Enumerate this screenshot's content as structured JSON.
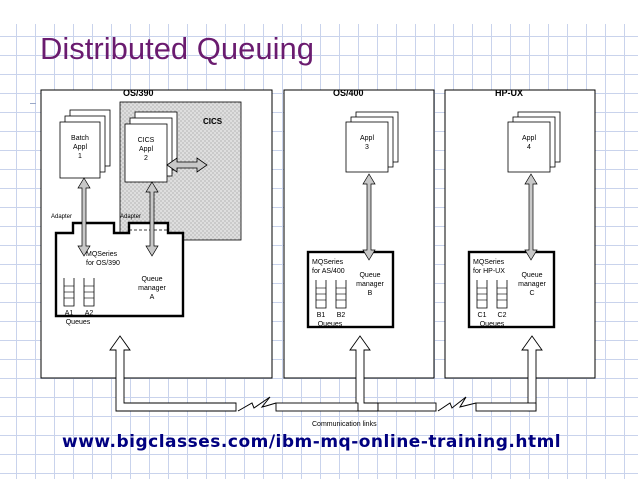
{
  "slide": {
    "title": "Distributed Queuing",
    "url": "www.bigclasses.com/ibm-mq-online-training.html"
  },
  "diagram": {
    "systems": [
      {
        "name": "OS/390",
        "applications": [
          {
            "lines": [
              "Batch",
              "Appl",
              "1"
            ]
          },
          {
            "lines": [
              "CICS",
              "Appl",
              "2"
            ]
          }
        ],
        "subsystem": "CICS",
        "adapters": [
          "Adapter",
          "Adapter"
        ],
        "mqseries": [
          "MQSeries",
          "for OS/390"
        ],
        "queue_manager": [
          "Queue",
          "manager",
          "A"
        ],
        "queues": [
          "A1",
          "A2"
        ],
        "queues_label": "Queues"
      },
      {
        "name": "OS/400",
        "applications": [
          {
            "lines": [
              "Appl",
              "3"
            ]
          }
        ],
        "mqseries": [
          "MQSeries",
          "for AS/400"
        ],
        "queue_manager": [
          "Queue",
          "manager",
          "B"
        ],
        "queues": [
          "B1",
          "B2"
        ],
        "queues_label": "Queues"
      },
      {
        "name": "HP-UX",
        "applications": [
          {
            "lines": [
              "Appl",
              "4"
            ]
          }
        ],
        "mqseries": [
          "MQSeries",
          "for HP-UX"
        ],
        "queue_manager": [
          "Queue",
          "manager",
          "C"
        ],
        "queues": [
          "C1",
          "C2"
        ],
        "queues_label": "Queues"
      }
    ],
    "communication_label": "Communication links"
  }
}
